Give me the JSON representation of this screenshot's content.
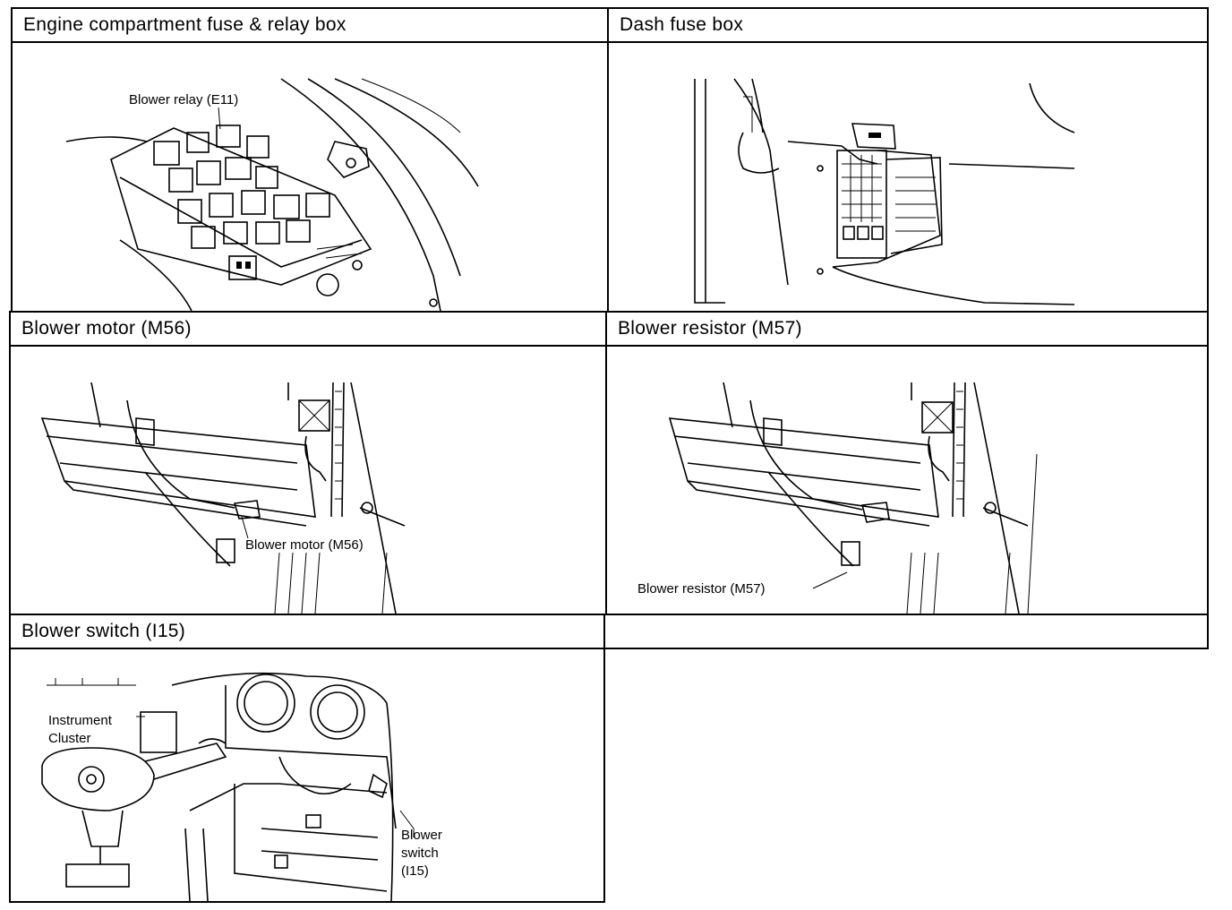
{
  "panels": {
    "engine_box": {
      "title": "Engine compartment fuse & relay box",
      "callouts": [
        "Blower relay (E11)"
      ]
    },
    "dash_box": {
      "title": "Dash fuse box"
    },
    "blower_motor": {
      "title": "Blower motor (M56)",
      "callouts": [
        "Blower motor (M56)"
      ]
    },
    "blower_resistor": {
      "title": "Blower resistor (M57)",
      "callouts": [
        "Blower resistor (M57)"
      ]
    },
    "blower_switch": {
      "title": "Blower switch (I15)",
      "callouts": [
        "Instrument",
        "Cluster",
        "Blower",
        "switch",
        "(I15)"
      ]
    },
    "empty": {
      "title": ""
    }
  }
}
